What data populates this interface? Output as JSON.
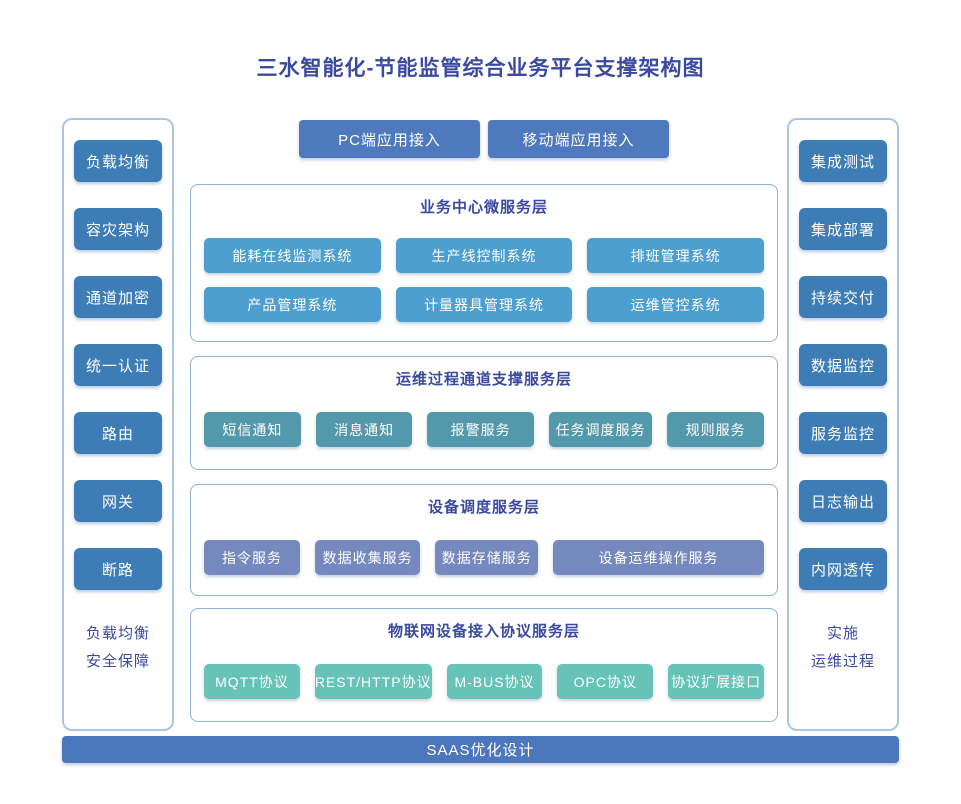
{
  "title": "三水智能化-节能监管综合业务平台支撑架构图",
  "top_access": {
    "pc": "PC端应用接入",
    "mobile": "移动端应用接入"
  },
  "left_sidebar": {
    "items": [
      "负载均衡",
      "容灾架构",
      "通道加密",
      "统一认证",
      "路由",
      "网关",
      "断路"
    ],
    "footer": [
      "负载均衡",
      "安全保障"
    ]
  },
  "right_sidebar": {
    "items": [
      "集成测试",
      "集成部署",
      "持续交付",
      "数据监控",
      "服务监控",
      "日志输出",
      "内网透传"
    ],
    "footer": [
      "实施",
      "运维过程"
    ]
  },
  "layers": [
    {
      "title": "业务中心微服务层",
      "rows": [
        [
          "能耗在线监测系统",
          "生产线控制系统",
          "排班管理系统"
        ],
        [
          "产品管理系统",
          "计量器具管理系统",
          "运维管控系统"
        ]
      ],
      "chip_color": "#4D9FD0"
    },
    {
      "title": "运维过程通道支撑服务层",
      "rows": [
        [
          "短信通知",
          "消息通知",
          "报警服务",
          "任务调度服务",
          "规则服务"
        ]
      ],
      "chip_color": "#5499AB"
    },
    {
      "title": "设备调度服务层",
      "rows": [
        [
          "指令服务",
          "数据收集服务",
          "数据存储服务",
          "设备运维操作服务"
        ]
      ],
      "chip_color": "#7689BE"
    },
    {
      "title": "物联网设备接入协议服务层",
      "rows": [
        [
          "MQTT协议",
          "REST/HTTP协议",
          "M-BUS协议",
          "OPC协议",
          "协议扩展接口"
        ]
      ],
      "chip_color": "#67C2B8"
    }
  ],
  "bottom_bar": "SAAS优化设计",
  "colors": {
    "title_text": "#3B4AA0",
    "sidebar_chip": "#3D7CB5",
    "access_button": "#4F79BD",
    "bottom_bar": "#4C77BC",
    "container_border": "#8FB2DB",
    "sidebar_border": "#A9C6E5"
  }
}
